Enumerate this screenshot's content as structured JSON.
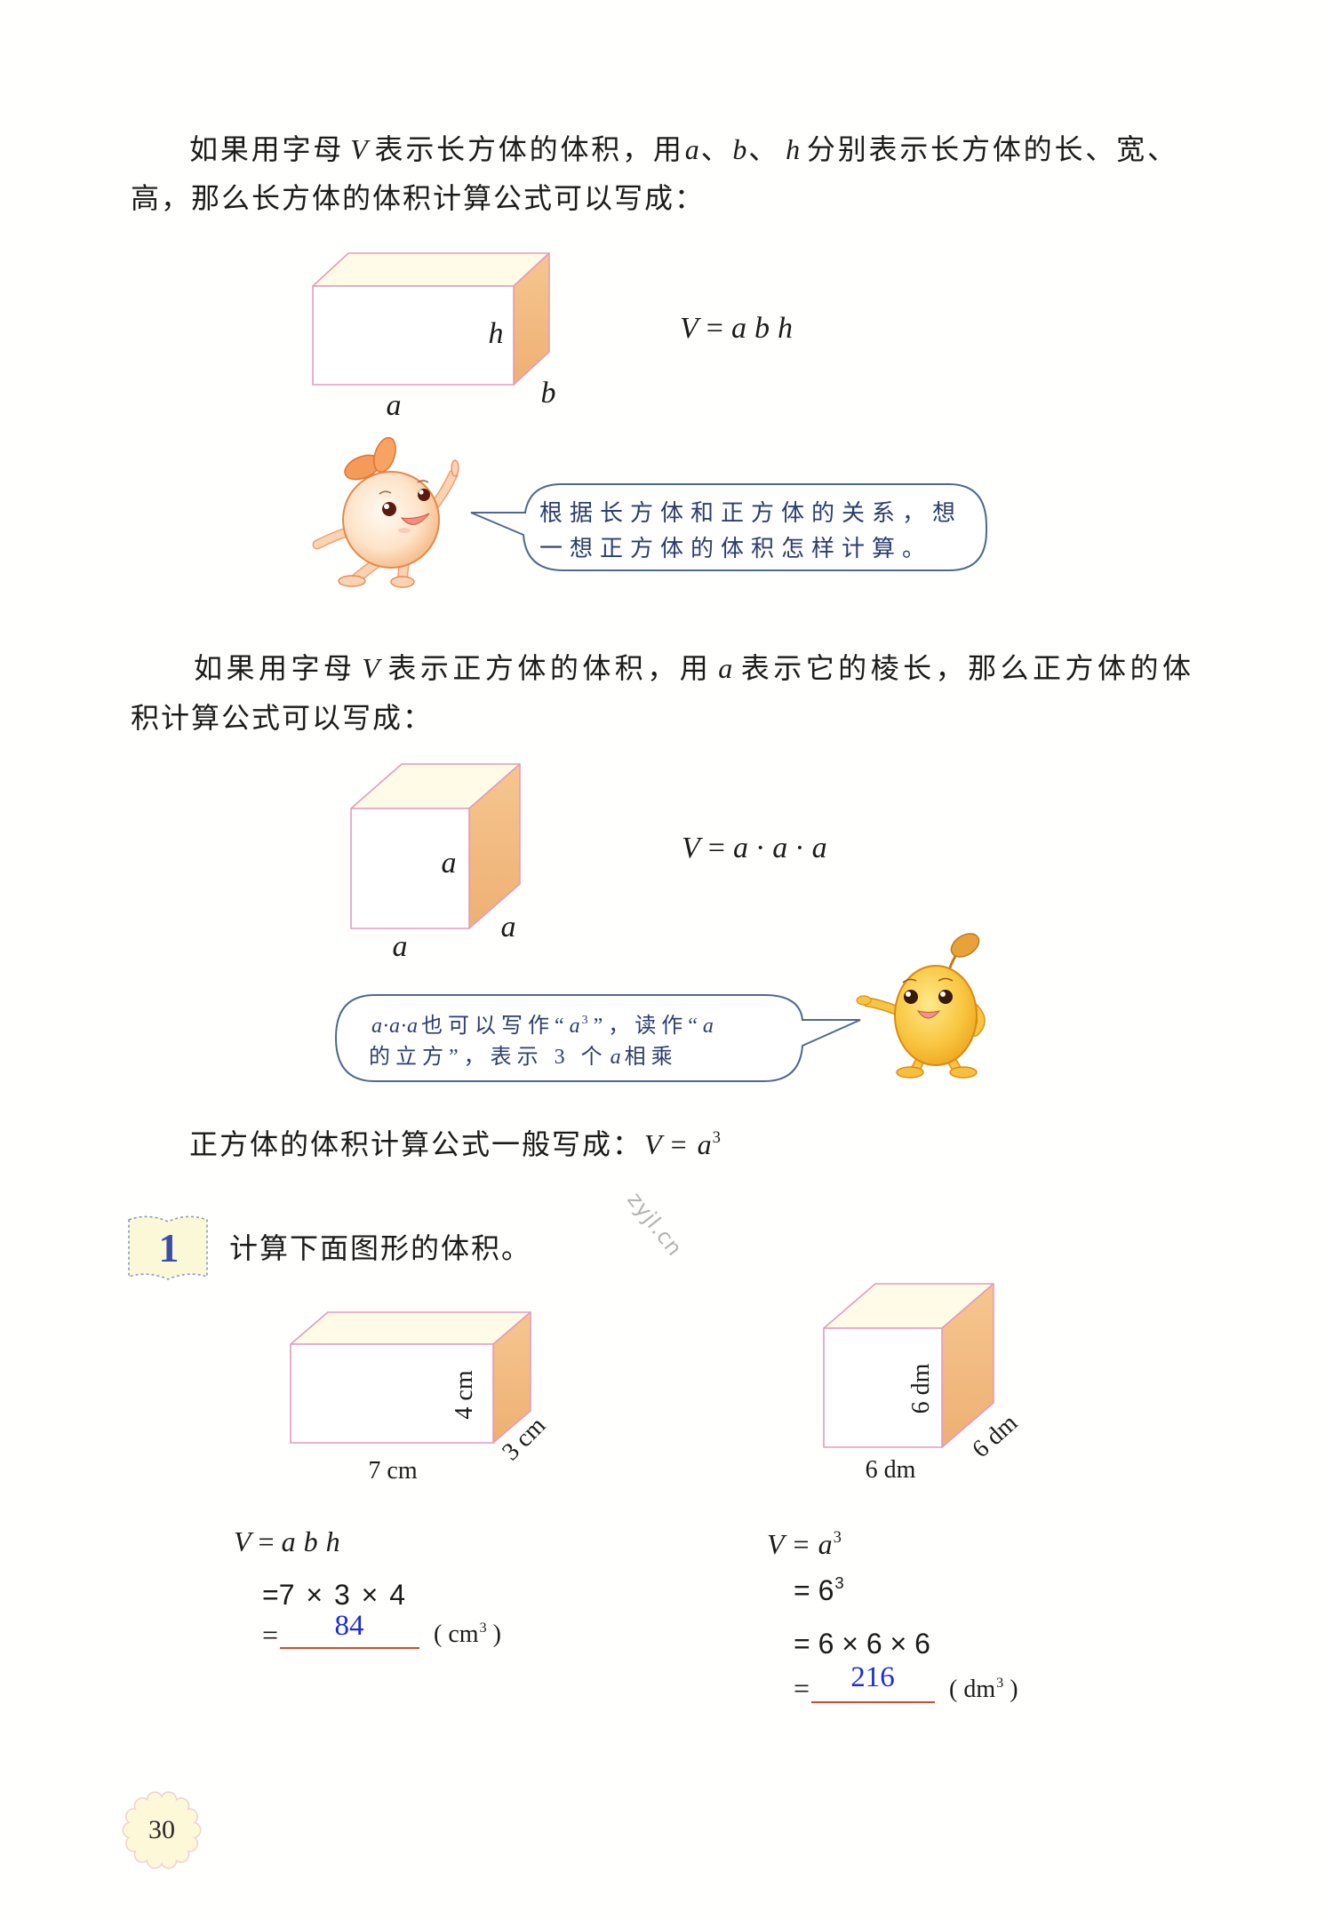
{
  "paragraph_cuboid": {
    "line1": [
      "如果用字母",
      "V",
      "表示长方体的体积，用",
      "a",
      "、",
      "b",
      "、",
      "h",
      "分别表示长方体的长、宽、"
    ],
    "line2": [
      "高，那么长方体的体积计算公式可以写成："
    ]
  },
  "cuboid_figure": {
    "labels": {
      "length": "a",
      "width": "b",
      "height": "h"
    },
    "formula": {
      "lhs": "V",
      "eq": "=",
      "rhs": [
        "a",
        "b",
        "h"
      ]
    }
  },
  "bubble_hint": {
    "line1": "根据长方体和正方体的关系，想",
    "line2": "一想正方体的体积怎样计算。"
  },
  "paragraph_cube": {
    "line1": [
      "如果用字母",
      "V",
      "表示正方体的体积，用",
      "a",
      "表示它的棱长，那么正方体的体"
    ],
    "line2": [
      "积计算公式可以写成："
    ]
  },
  "cube_figure": {
    "labels": {
      "height": "a",
      "depth": "a",
      "length": "a"
    },
    "formula": {
      "lhs": "V",
      "eq": "=",
      "rhs": [
        "a",
        "·",
        "a",
        "·",
        "a"
      ]
    }
  },
  "bubble_note": {
    "line1": [
      "a·a·a",
      "也可以写作“",
      "a",
      "3",
      "”，读作“",
      "a"
    ],
    "line2": [
      "的立方”，表示 3 个",
      "a",
      "相乘"
    ]
  },
  "general_formula": [
    "正方体的体积计算公式一般写成：",
    "V",
    "=",
    "a",
    "3"
  ],
  "exercise": {
    "number": "1",
    "title": "计算下面图形的体积。",
    "figure_cuboid": {
      "length": "7 cm",
      "width": "3 cm",
      "height": "4 cm"
    },
    "figure_cube": {
      "length": "6 dm",
      "width": "6 dm",
      "height": "6 dm"
    },
    "solution_cuboid": {
      "line1": {
        "lhs": "V",
        "eq": "=",
        "rhs": [
          "a",
          "b",
          "h"
        ]
      },
      "line2": "=7 × 3 × 4",
      "line3_eq": "=",
      "answer": "84",
      "unit_open": "( cm",
      "unit_exp": "3",
      "unit_close": " )"
    },
    "solution_cube": {
      "line1": {
        "lhs": "V",
        "eq": "=",
        "rhs": "a",
        "exp": "3"
      },
      "line2": {
        "eq": "= ",
        "base": "6",
        "exp": "3"
      },
      "line3": "= 6 × 6 × 6",
      "line4_eq": "=",
      "answer": "216",
      "unit_open": "( dm",
      "unit_exp": "3",
      "unit_close": " )"
    }
  },
  "watermark": "zyjl.cn",
  "page": {
    "number": "30"
  },
  "colors": {
    "text": "#1b1b1b",
    "bubble_text": "#2c3e6e",
    "bubble_border": "#50688e",
    "answer_blue": "#1e2bd8",
    "answer_underline": "#d8472c",
    "cuboid_side": "#f2bd85",
    "cuboid_top": "#fffbe6",
    "cuboid_edge": "#e49bbd"
  }
}
